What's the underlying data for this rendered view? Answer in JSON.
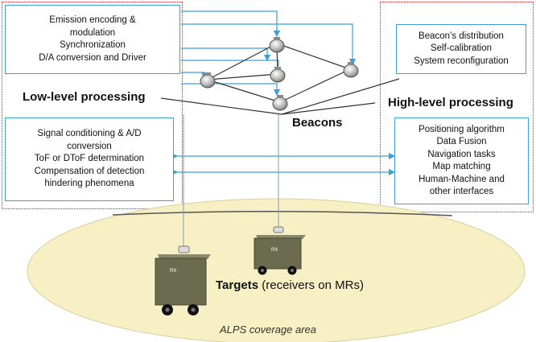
{
  "low_level": {
    "heading": "Low-level processing",
    "emission_lines": [
      "Emission encoding &",
      "modulation",
      "Synchronization",
      "D/A conversion and Driver"
    ],
    "reception_lines": [
      "Signal conditioning & A/D",
      "conversion",
      "ToF or DToF determination",
      "Compensation of detection",
      "hindering phenomena"
    ]
  },
  "high_level": {
    "heading": "High-level processing",
    "management_lines": [
      "Beacon’s distribution",
      "Self-calibration",
      "System reconfiguration"
    ],
    "positioning_lines": [
      "Positioning algorithm",
      "Data Fusion",
      "Navigation tasks",
      "Map matching",
      "Human-Machine and",
      "other interfaces"
    ]
  },
  "beacons_label": "Beacons",
  "targets": {
    "bold": "Targets",
    "rest": " (receivers on MRs)"
  },
  "receiver_label": "RX",
  "coverage_label": "ALPS coverage area",
  "colors": {
    "box_border": "#3f9fd6",
    "region_border": "#c0282d",
    "ellipse_fill": "#f7f0c4",
    "robot_body": "#6b6b50"
  }
}
